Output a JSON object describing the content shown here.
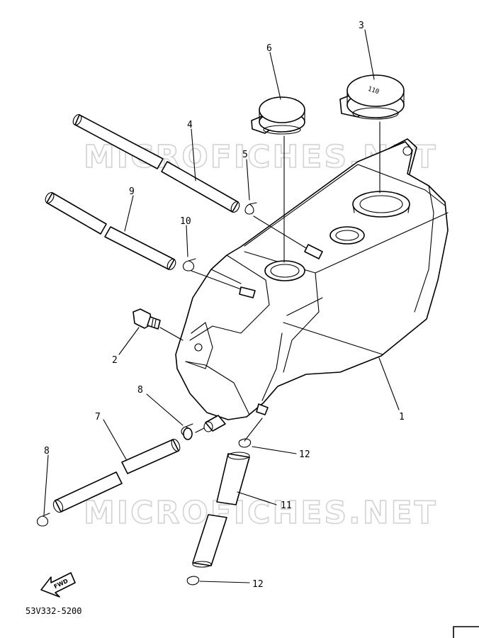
{
  "watermark": "MICROFICHES.NET",
  "diagram_code": "53V332-5200",
  "fwd_label": "FWD",
  "cap_text": "110",
  "callouts": [
    "1",
    "2",
    "3",
    "4",
    "5",
    "6",
    "7",
    "8",
    "8",
    "9",
    "10",
    "11",
    "12",
    "12"
  ]
}
